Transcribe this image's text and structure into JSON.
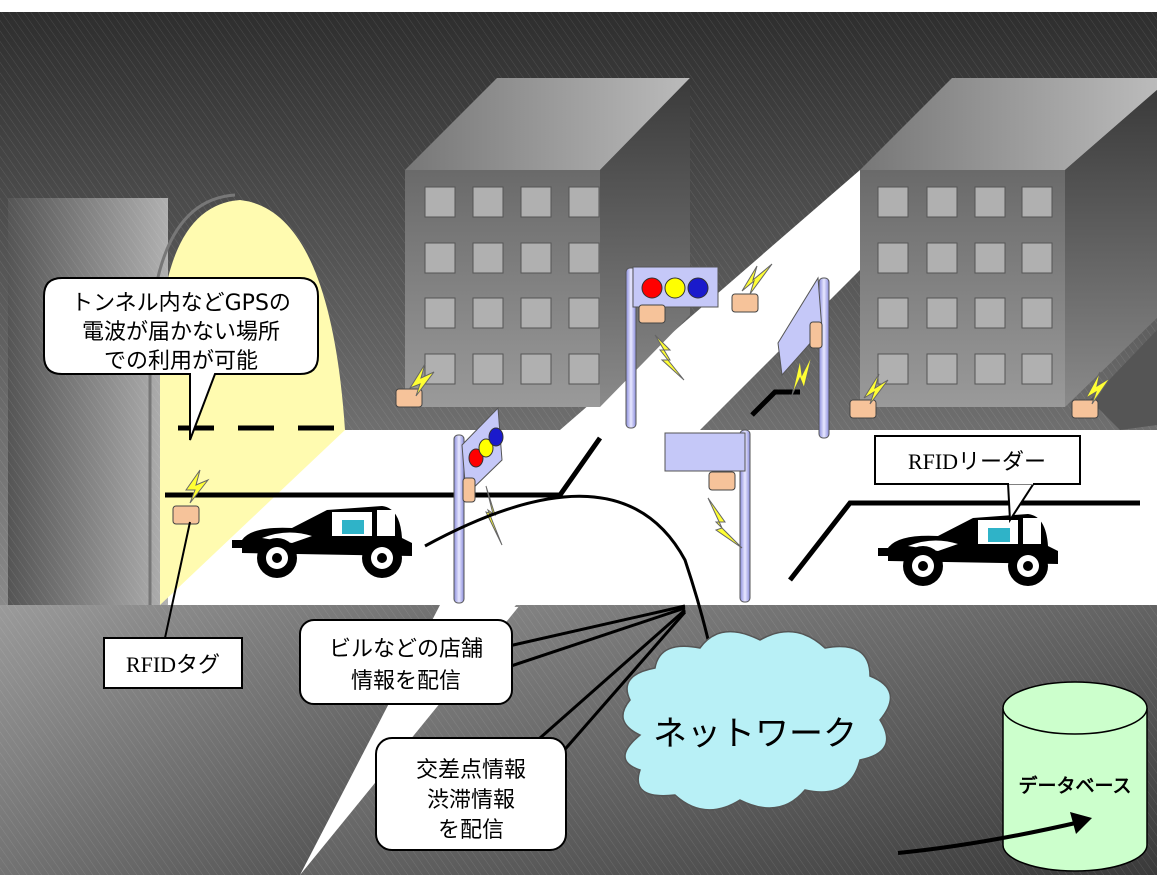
{
  "callouts": {
    "tunnel_gps": [
      "トンネル内などGPSの",
      "電波が届かない場所",
      "での利用が可能"
    ],
    "rfid_tag": "RFIDタグ",
    "rfid_reader": "RFIDリーダー",
    "shop_info": [
      "ビルなどの店舗",
      "情報を配信"
    ],
    "intersection_info": [
      "交差点情報",
      "渋滞情報",
      "を配信"
    ]
  },
  "network_label": "ネットワーク",
  "database_label": "データベース",
  "colors": {
    "background_dark": "#3c3c3c",
    "tunnel_light": "#fffbb0",
    "rfid_tag": "#f6c39a",
    "lightning": "#ffff33",
    "cloud": "#b8f0f6",
    "database": "#ccffcc",
    "sign_panel": "#c5c8f8",
    "signal_red": "#ff0000",
    "signal_yellow": "#ffff00",
    "signal_blue": "#1a1acc"
  }
}
